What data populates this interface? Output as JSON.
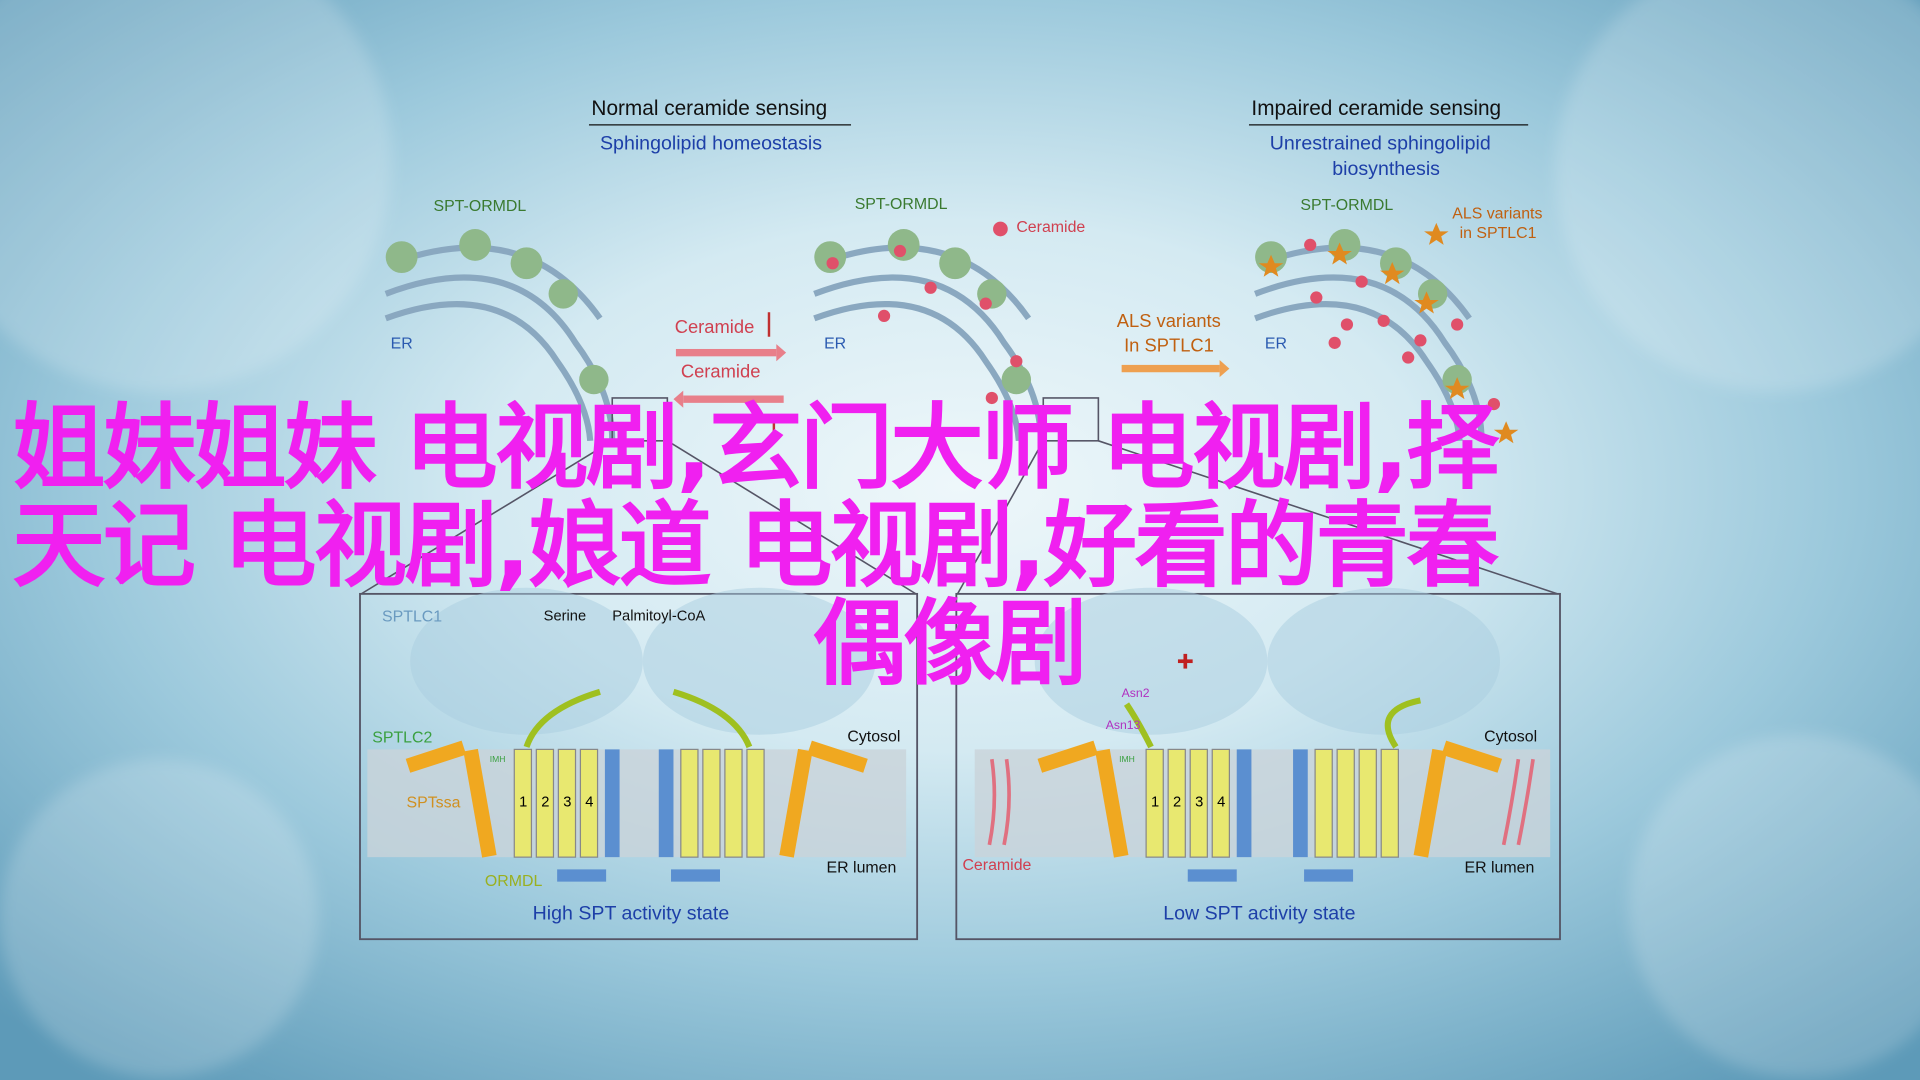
{
  "left_panel": {
    "title": "Normal ceramide sensing",
    "subtitle": "Sphingolipid homeostasis"
  },
  "right_panel": {
    "title": "Impaired ceramide sensing",
    "subtitle_line1": "Unrestrained sphingolipid",
    "subtitle_line2": "biosynthesis"
  },
  "labels": {
    "spt_ormdl": "SPT-ORMDL",
    "er": "ER",
    "ceramide": "Ceramide",
    "ceramide_up": "Ceramide",
    "ceramide_down": "Ceramide",
    "als_line1": "ALS variants",
    "als_line2": "In SPTLC1",
    "als_legend_line1": "ALS variants",
    "als_legend_line2": "in SPTLC1",
    "serine": "Serine",
    "palmitoyl": "Palmitoyl-CoA",
    "sptlc1": "SPTLC1",
    "sptlc2": "SPTLC2",
    "sptssa": "SPTssa",
    "ormdl": "ORMDL",
    "imh": "IMH",
    "cytosol": "Cytosol",
    "er_lumen": "ER lumen",
    "asn2": "Asn2",
    "asn13": "Asn13",
    "tm1": "1",
    "tm2": "2",
    "tm3": "3",
    "tm4": "4"
  },
  "bottom": {
    "high": "High SPT activity state",
    "low": "Low SPT activity state"
  },
  "overlay": {
    "line1": "姐妹姐妹 电视剧,玄门大师 电视剧,择",
    "line2": "天记 电视剧,娘道 电视剧,好看的青春",
    "line3": "偶像剧"
  },
  "colors": {
    "overlay": "#f020f0",
    "ceramide": "#e0506a",
    "helix": "#f0a020",
    "tm": "#e8e870"
  }
}
